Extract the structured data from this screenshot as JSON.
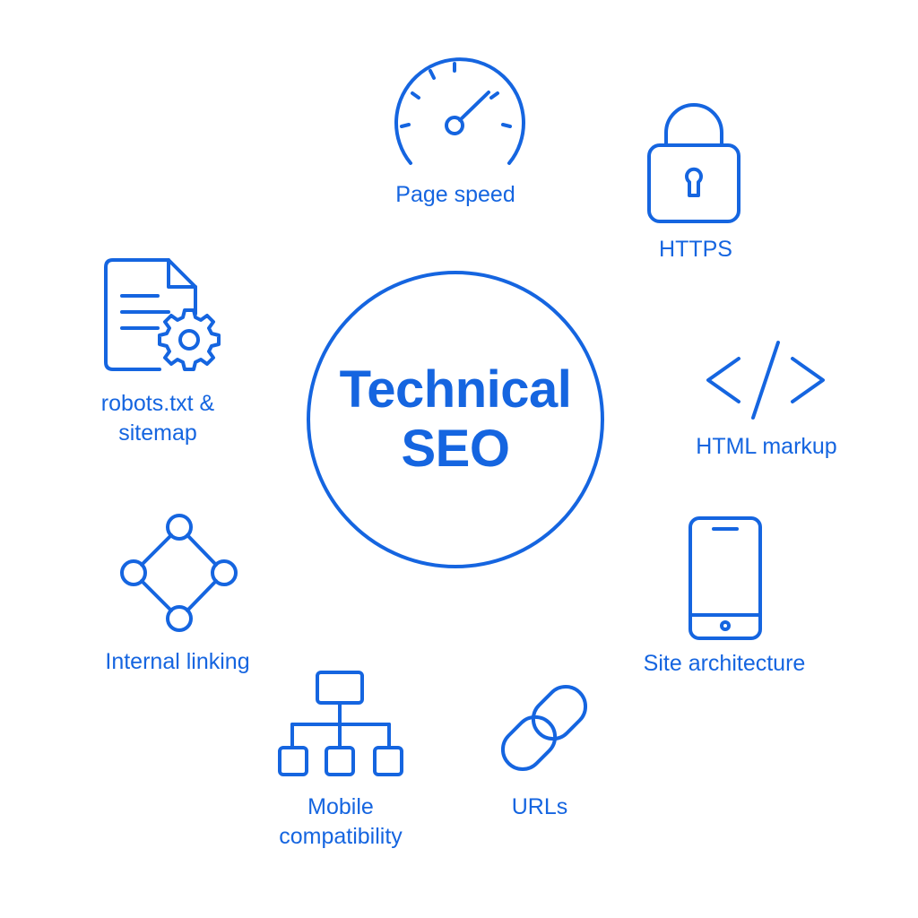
{
  "theme": {
    "accent": "#1565e0",
    "background": "#ffffff"
  },
  "center": {
    "title": "Technical\nSEO"
  },
  "nodes": [
    {
      "id": "page-speed",
      "label": "Page speed",
      "icon": "speedometer-icon"
    },
    {
      "id": "https",
      "label": "HTTPS",
      "icon": "padlock-icon"
    },
    {
      "id": "html-markup",
      "label": "HTML markup",
      "icon": "code-brackets-icon"
    },
    {
      "id": "site-architecture",
      "label": "Site architecture",
      "icon": "smartphone-icon"
    },
    {
      "id": "urls",
      "label": "URLs",
      "icon": "link-chain-icon"
    },
    {
      "id": "mobile-compatibility",
      "label": "Mobile\ncompatibility",
      "icon": "hierarchy-tree-icon"
    },
    {
      "id": "internal-linking",
      "label": "Internal linking",
      "icon": "node-network-icon"
    },
    {
      "id": "robots-sitemap",
      "label": "robots.txt &\nsitemap",
      "icon": "document-gear-icon"
    }
  ]
}
